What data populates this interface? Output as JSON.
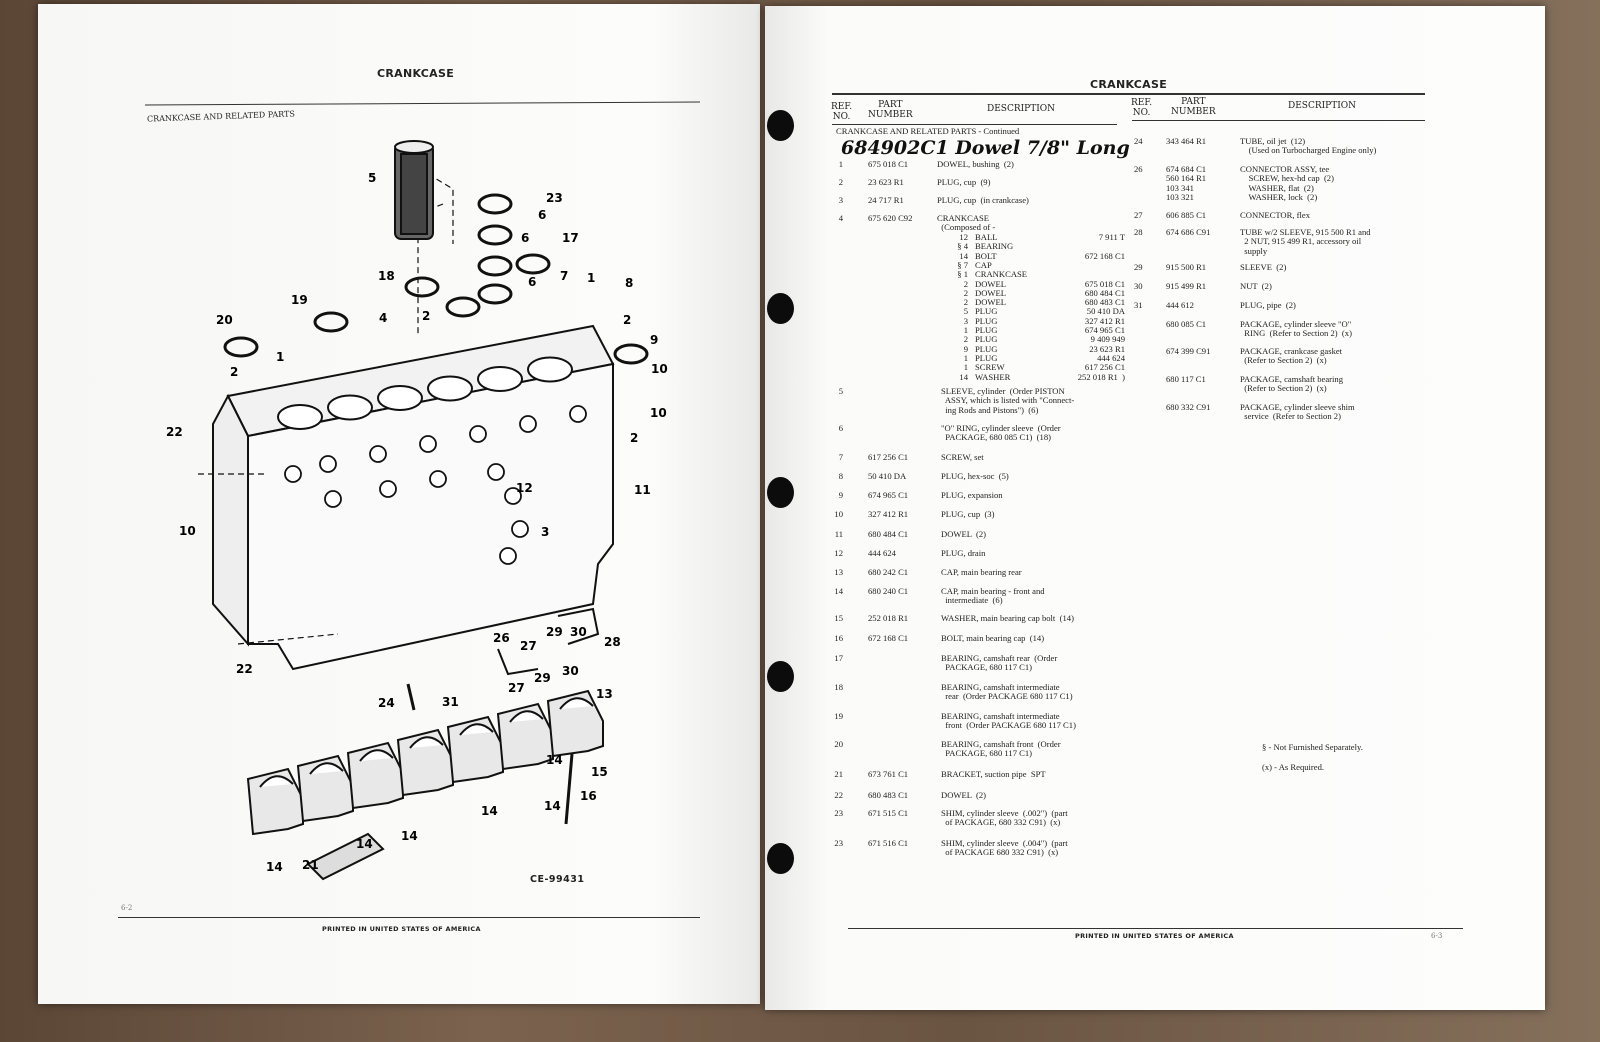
{
  "left_page": {
    "header": "CRANKCASE",
    "section_title": "CRANKCASE AND RELATED PARTS",
    "figure_id": "CE-99431",
    "page_number": "6-2",
    "footer": "PRINTED IN UNITED STATES OF AMERICA",
    "callouts": [
      "5",
      "23",
      "6",
      "6",
      "17",
      "6",
      "18",
      "7",
      "1",
      "8",
      "19",
      "2",
      "2",
      "4",
      "20",
      "9",
      "1",
      "2",
      "10",
      "10",
      "22",
      "2",
      "12",
      "11",
      "3",
      "10",
      "26",
      "27",
      "29",
      "30",
      "28",
      "22",
      "24",
      "31",
      "27",
      "29",
      "30",
      "13",
      "15",
      "16",
      "14",
      "14",
      "14",
      "14",
      "14",
      "21",
      "14"
    ]
  },
  "right_page": {
    "header": "CRANKCASE",
    "page_number": "6-3",
    "footer": "PRINTED IN UNITED STATES OF AMERICA",
    "columns": {
      "ref": "REF.\nNO.",
      "part": "PART\nNUMBER",
      "desc": "DESCRIPTION"
    },
    "continued_title": "CRANKCASE AND RELATED PARTS - Continued",
    "handwritten_note": "684902C1 Dowel 7/8\" Long",
    "left_rows": [
      {
        "ref": "1",
        "part": "675 018 C1",
        "desc": "DOWEL, bushing  (2)"
      },
      {
        "ref": "2",
        "part": "23 623 R1",
        "desc": "PLUG, cup  (9)"
      },
      {
        "ref": "3",
        "part": "24 717 R1",
        "desc": "PLUG, cup  (in crankcase)"
      },
      {
        "ref": "4",
        "part": "675 620 C92",
        "desc": "CRANKCASE\n  (Composed of -"
      },
      {
        "ref": "5",
        "part": "",
        "desc": "SLEEVE, cylinder  (Order PISTON\n  ASSY, which is listed with \"Connect-\n  ing Rods and Pistons\")  (6)"
      },
      {
        "ref": "6",
        "part": "",
        "desc": "\"O\" RING, cylinder sleeve  (Order\n  PACKAGE, 680 085 C1)  (18)"
      },
      {
        "ref": "7",
        "part": "617 256 C1",
        "desc": "SCREW, set"
      },
      {
        "ref": "8",
        "part": "50 410 DA",
        "desc": "PLUG, hex-soc  (5)"
      },
      {
        "ref": "9",
        "part": "674 965 C1",
        "desc": "PLUG, expansion"
      },
      {
        "ref": "10",
        "part": "327 412 R1",
        "desc": "PLUG, cup  (3)"
      },
      {
        "ref": "11",
        "part": "680 484 C1",
        "desc": "DOWEL  (2)"
      },
      {
        "ref": "12",
        "part": "444 624",
        "desc": "PLUG, drain"
      },
      {
        "ref": "13",
        "part": "680 242 C1",
        "desc": "CAP, main bearing rear"
      },
      {
        "ref": "14",
        "part": "680 240 C1",
        "desc": "CAP, main bearing - front and\n  intermediate  (6)"
      },
      {
        "ref": "15",
        "part": "252 018 R1",
        "desc": "WASHER, main bearing cap bolt  (14)"
      },
      {
        "ref": "16",
        "part": "672 168 C1",
        "desc": "BOLT, main bearing cap  (14)"
      },
      {
        "ref": "17",
        "part": "",
        "desc": "BEARING, camshaft rear  (Order\n  PACKAGE, 680 117 C1)"
      },
      {
        "ref": "18",
        "part": "",
        "desc": "BEARING, camshaft intermediate\n  rear  (Order PACKAGE 680 117 C1)"
      },
      {
        "ref": "19",
        "part": "",
        "desc": "BEARING, camshaft intermediate\n  front  (Order PACKAGE 680 117 C1)"
      },
      {
        "ref": "20",
        "part": "",
        "desc": "BEARING, camshaft front  (Order\n  PACKAGE, 680 117 C1)"
      },
      {
        "ref": "21",
        "part": "673 761 C1",
        "desc": "BRACKET, suction pipe  SPT"
      },
      {
        "ref": "22",
        "part": "680 483 C1",
        "desc": "DOWEL  (2)"
      },
      {
        "ref": "23",
        "part": "671 515 C1",
        "desc": "SHIM, cylinder sleeve  (.002\")  (part\n  of PACKAGE, 680 332 C91)  (x)"
      },
      {
        "ref": "23",
        "part": "671 516 C1",
        "desc": "SHIM, cylinder sleeve  (.004\")  (part\n  of PACKAGE 680 332 C91)  (x)"
      }
    ],
    "crankcase_components": [
      {
        "qty": "12",
        "name": "BALL",
        "part": "7 911 T"
      },
      {
        "qty": "§ 4",
        "name": "BEARING",
        "part": ""
      },
      {
        "qty": "14",
        "name": "BOLT",
        "part": "672 168 C1"
      },
      {
        "qty": "§ 7",
        "name": "CAP",
        "part": ""
      },
      {
        "qty": "§ 1",
        "name": "CRANKCASE",
        "part": ""
      },
      {
        "qty": "2",
        "name": "DOWEL",
        "part": "675 018 C1"
      },
      {
        "qty": "2",
        "name": "DOWEL",
        "part": "680 484 C1"
      },
      {
        "qty": "2",
        "name": "DOWEL",
        "part": "680 483 C1"
      },
      {
        "qty": "5",
        "name": "PLUG",
        "part": "50 410 DA"
      },
      {
        "qty": "3",
        "name": "PLUG",
        "part": "327 412 R1"
      },
      {
        "qty": "1",
        "name": "PLUG",
        "part": "674 965 C1"
      },
      {
        "qty": "2",
        "name": "PLUG",
        "part": "9 409 949"
      },
      {
        "qty": "9",
        "name": "PLUG",
        "part": "23 623 R1"
      },
      {
        "qty": "1",
        "name": "PLUG",
        "part": "444 624"
      },
      {
        "qty": "1",
        "name": "SCREW",
        "part": "617 256 C1"
      },
      {
        "qty": "14",
        "name": "WASHER",
        "part": "252 018 R1  )"
      }
    ],
    "right_rows": [
      {
        "ref": "24",
        "part": "343 464 R1",
        "desc": "TUBE, oil jet  (12)\n    (Used on Turbocharged Engine only)"
      },
      {
        "ref": "26",
        "part": "674 684 C1\n560 164 R1\n103 341\n103 321",
        "desc": "CONNECTOR ASSY, tee\n    SCREW, hex-hd cap  (2)\n    WASHER, flat  (2)\n    WASHER, lock  (2)"
      },
      {
        "ref": "27",
        "part": "606 885 C1",
        "desc": "CONNECTOR, flex"
      },
      {
        "ref": "28",
        "part": "674 686 C91",
        "desc": "TUBE w/2 SLEEVE, 915 500 R1 and\n  2 NUT, 915 499 R1, accessory oil\n  supply"
      },
      {
        "ref": "29",
        "part": "915 500 R1",
        "desc": "SLEEVE  (2)"
      },
      {
        "ref": "30",
        "part": "915 499 R1",
        "desc": "NUT  (2)"
      },
      {
        "ref": "31",
        "part": "444 612",
        "desc": "PLUG, pipe  (2)"
      },
      {
        "ref": "",
        "part": "680 085 C1",
        "desc": "PACKAGE, cylinder sleeve \"O\"\n  RING  (Refer to Section 2)  (x)"
      },
      {
        "ref": "",
        "part": "674 399 C91",
        "desc": "PACKAGE, crankcase gasket\n  (Refer to Section 2)  (x)"
      },
      {
        "ref": "",
        "part": "680 117 C1",
        "desc": "PACKAGE, camshaft bearing\n  (Refer to Section 2)  (x)"
      },
      {
        "ref": "",
        "part": "680 332 C91",
        "desc": "PACKAGE, cylinder sleeve shim\n  service  (Refer to Section 2)"
      }
    ],
    "notes": [
      "§ - Not Furnished Separately.",
      "(x) - As Required."
    ]
  }
}
